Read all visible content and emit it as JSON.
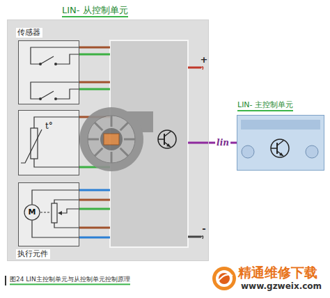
{
  "diagram": {
    "caption": "图24 LIN主控制单元与从控制单元控制原理",
    "nodes": [
      {
        "text": [
          "LIN- 从控制单元"
        ]
      },
      {
        "text": [
          "传感器"
        ],
        "in": 0
      },
      {
        "text": [
          "t°"
        ],
        "in": 0
      },
      {
        "text": [
          "执行元件"
        ],
        "in": 0
      },
      {
        "text": [
          "LIN- 主控制单元"
        ]
      }
    ],
    "edges": [
      {
        "from": 0,
        "to": 4,
        "arrow": "none",
        "label": "lin"
      }
    ],
    "labels": [
      "M",
      "+",
      "-",
      "精通维修下载",
      "www.gzweix.com"
    ]
  }
}
